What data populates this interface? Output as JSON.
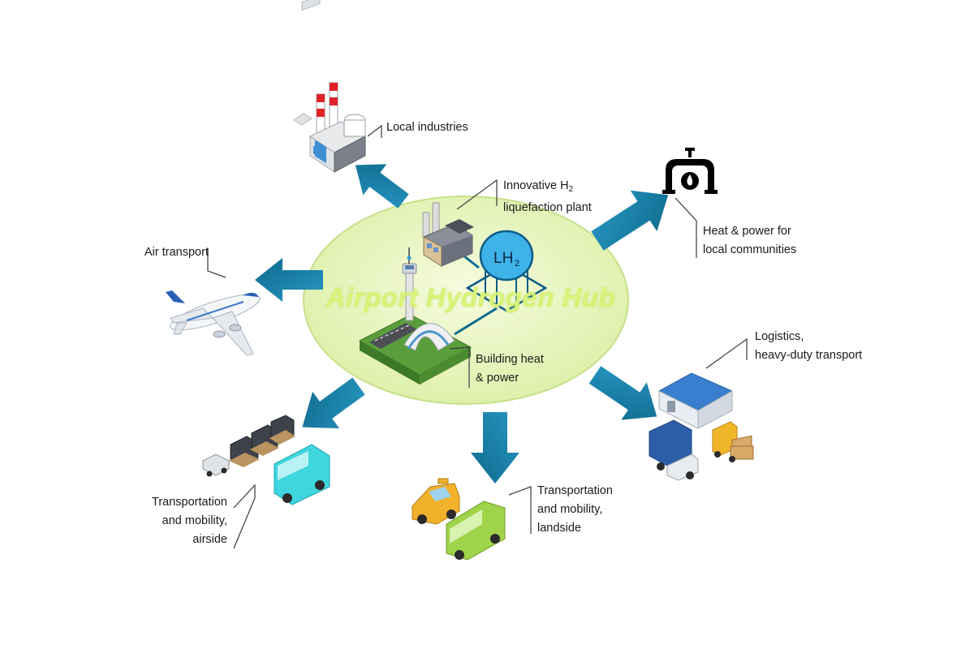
{
  "hub": {
    "title": "Airport Hydrogen Hub",
    "tank_label": "LH",
    "tank_subscript": "2"
  },
  "nodes": {
    "local_industries": {
      "lines": [
        "Local industries"
      ]
    },
    "liquefaction_plant": {
      "line1_prefix": "Innovative H",
      "line1_subscript": "2",
      "line2": "liquefaction plant"
    },
    "heat_power_communities": {
      "lines": [
        "Heat & power for",
        "local communities"
      ]
    },
    "air_transport": {
      "lines": [
        "Air transport"
      ]
    },
    "building_heat_power": {
      "lines": [
        "Building heat",
        "& power"
      ]
    },
    "logistics": {
      "lines": [
        "Logistics,",
        "heavy-duty transport"
      ]
    },
    "mobility_airside": {
      "lines": [
        "Transportation",
        "and mobility,",
        "airside"
      ]
    },
    "mobility_landside": {
      "lines": [
        "Transportation",
        "and mobility,",
        "landside"
      ]
    }
  },
  "colors": {
    "arrow": "#1a86b0",
    "arrow_dark": "#0f6a8c",
    "hub_fill": "#eef7c6",
    "hub_stroke": "#c7e08a",
    "tank": "#3fb2e8",
    "tank_stroke": "#0c5d86",
    "pipe": "#0c6b8f"
  },
  "icons": [
    "factory-icon",
    "gas-pipe-flame-icon",
    "airplane-icon",
    "warehouse-truck-forklift-icon",
    "baggage-cart-bus-icon",
    "taxi-bus-icon",
    "liquefaction-plant-icon",
    "lh2-tank-icon",
    "control-tower-terminal-icon"
  ]
}
